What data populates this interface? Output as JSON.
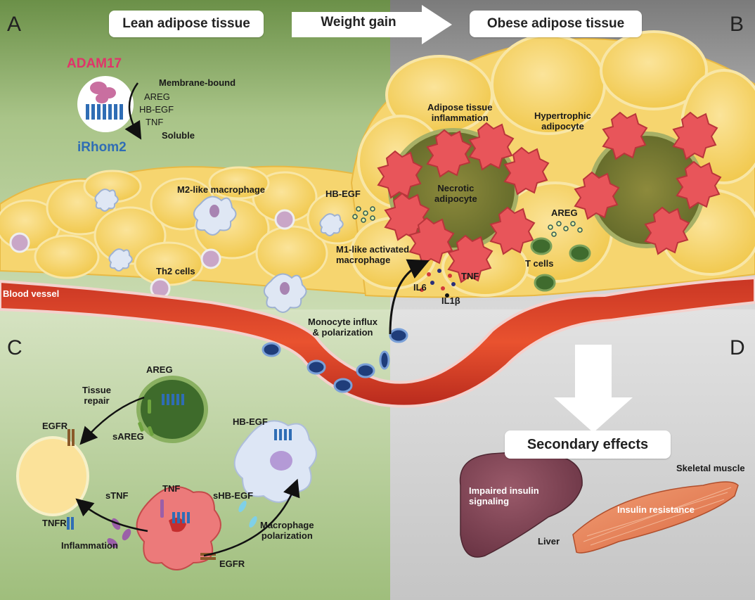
{
  "panels": {
    "a": "A",
    "b": "B",
    "c": "C",
    "d": "D"
  },
  "headers": {
    "lean": "Lean adipose tissue",
    "gain": "Weight gain",
    "obese": "Obese adipose tissue"
  },
  "panel_a": {
    "adam17": "ADAM17",
    "irhom2": "iRhom2",
    "membrane_bound": "Membrane-bound",
    "areg": "AREG",
    "hbegf": "HB-EGF",
    "tnf": "TNF",
    "soluble": "Soluble",
    "m2_macrophage": "M2-like macrophage",
    "th2": "Th2 cells",
    "blood_vessel": "Blood vessel"
  },
  "panel_b": {
    "inflammation": "Adipose tissue\ninflammation",
    "hypertrophic": "Hypertrophic\nadipocyte",
    "hbegf": "HB-EGF",
    "necrotic": "Necrotic\nadipocyte",
    "areg": "AREG",
    "m1": "M1-like activated\nmacrophage",
    "tnf": "TNF",
    "il6": "IL6",
    "il1b": "IL1β",
    "tcells": "T cells",
    "monocyte": "Monocyte influx\n& polarization"
  },
  "panel_c": {
    "areg": "AREG",
    "tissue_repair": "Tissue\nrepair",
    "egfr_top": "EGFR",
    "sareg": "sAREG",
    "hbegf": "HB-EGF",
    "tnf": "TNF",
    "stnf": "sTNF",
    "shbegf": "sHB-EGF",
    "tnfr": "TNFR",
    "inflammation": "Inflammation",
    "macrophage_polarization": "Macrophage\npolarization",
    "egfr_bottom": "EGFR"
  },
  "panel_d": {
    "secondary": "Secondary effects",
    "skeletal_muscle": "Skeletal muscle",
    "impaired": "Impaired insulin\nsignaling",
    "insulin_resistance": "Insulin resistance",
    "liver": "Liver"
  },
  "colors": {
    "lean_bg": "#7ea05a",
    "obese_bg": "#8c8c8c",
    "adam17": "#e0346a",
    "irhom2": "#2f6db5",
    "vessel": "#d8412c",
    "adipocyte": "#f7d774",
    "macrophage_m1": "#e8555a",
    "liver": "#7a4150",
    "muscle": "#e27a55"
  }
}
